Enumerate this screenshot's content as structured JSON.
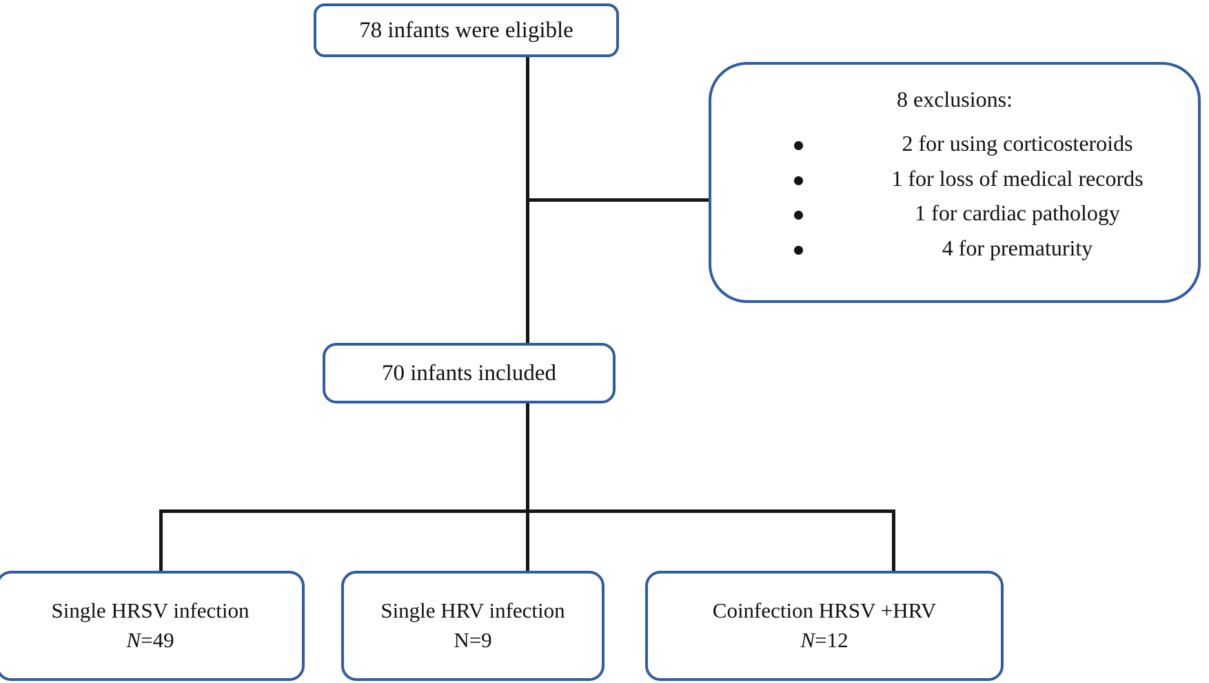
{
  "diagram": {
    "type": "flowchart",
    "accent_color": "#2f5ca4",
    "line_color": "#161616",
    "background": "#ffffff"
  },
  "nodes": {
    "eligible": {
      "text": "78 infants were eligible",
      "count": 78
    },
    "exclusions": {
      "title": "8 exclusions:",
      "total": 8,
      "items": [
        {
          "text": "2 for using corticosteroids",
          "count": 2
        },
        {
          "text": "1 for loss of medical records",
          "count": 1
        },
        {
          "text": "1 for cardiac pathology",
          "count": 1
        },
        {
          "text": "4 for prematurity",
          "count": 4
        }
      ]
    },
    "included": {
      "text": "70 infants included",
      "count": 70
    },
    "outcomes": [
      {
        "label": "Single HRSV infection",
        "n_prefix": "N",
        "n_text": "=49",
        "count": 49,
        "italic_n": true
      },
      {
        "label": "Single HRV infection",
        "n_prefix": "N",
        "n_text": "=9",
        "count": 9,
        "italic_n": false
      },
      {
        "label": "Coinfection HRSV +HRV",
        "n_prefix": "N",
        "n_text": "=12",
        "count": 12,
        "italic_n": true
      }
    ]
  }
}
